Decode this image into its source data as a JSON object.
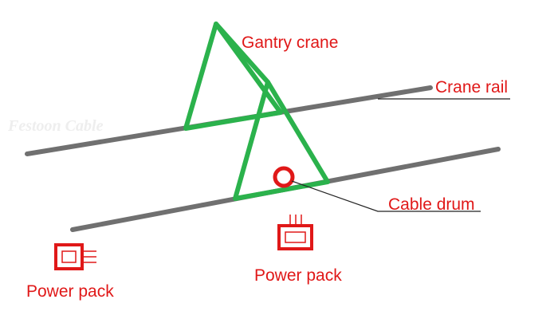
{
  "diagram": {
    "watermark": "Festoon Cable",
    "labels": {
      "gantry_crane": "Gantry crane",
      "crane_rail": "Crane rail",
      "cable_drum": "Cable drum",
      "power_pack_left": "Power pack",
      "power_pack_center": "Power pack"
    },
    "colors": {
      "rail": "#707070",
      "crane": "#2bb24c",
      "label": "#e01818",
      "leader": "#222222",
      "watermark": "#eeeeee"
    }
  }
}
